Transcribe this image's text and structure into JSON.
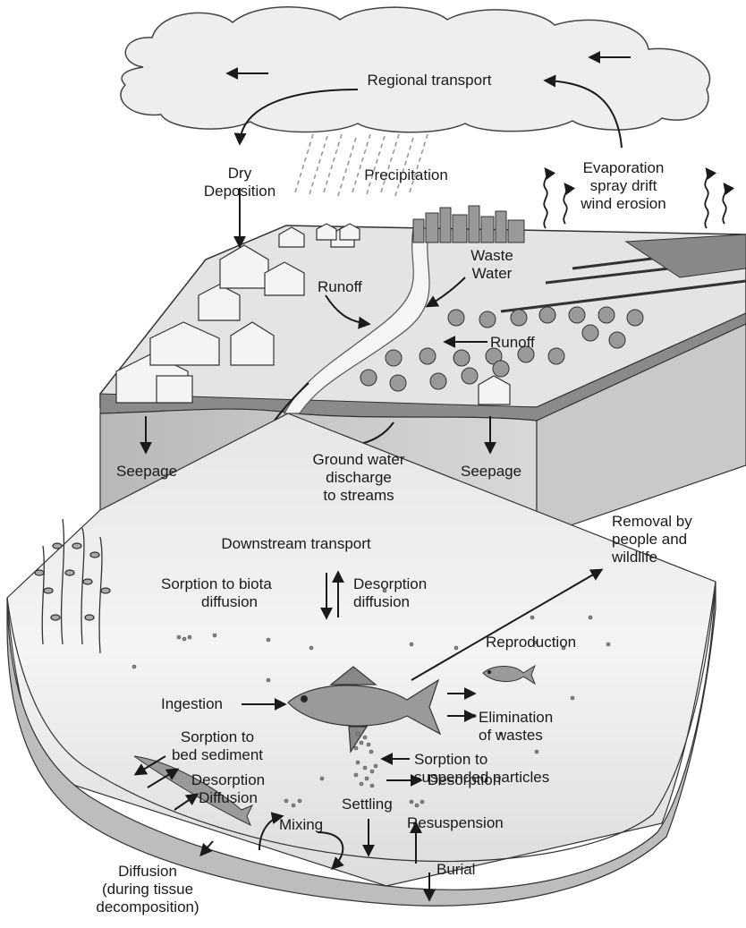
{
  "labels": {
    "regional_transport": "Regional transport",
    "dry_deposition": [
      "Dry",
      "Deposition"
    ],
    "precipitation": "Precipitation",
    "evaporation": [
      "Evaporation",
      "spray drift",
      "wind erosion"
    ],
    "waste_water": [
      "Waste",
      "Water"
    ],
    "runoff_left": "Runoff",
    "runoff_right": "Runoff",
    "seepage_left": "Seepage",
    "seepage_right": "Seepage",
    "ground_water": [
      "Ground water",
      "discharge",
      "to streams"
    ],
    "removal": [
      "Removal by",
      "people and",
      "wildlife"
    ],
    "downstream": "Downstream transport",
    "sorption_biota": [
      "Sorption to biota",
      "diffusion"
    ],
    "desorption_top": [
      "Desorption",
      "diffusion"
    ],
    "reproduction": "Reproduction",
    "ingestion": "Ingestion",
    "elimination": [
      "Elimination",
      "of wastes"
    ],
    "sorption_bed": [
      "Sorption to",
      "bed sediment"
    ],
    "desorption_bed": [
      "Desorption",
      "Diffusion"
    ],
    "sorption_suspended": [
      "Sorption to",
      "suspended particles"
    ],
    "desorption_mid": "Desorption",
    "settling": "Settling",
    "resuspension": "Resuspension",
    "mixing": "Mixing",
    "burial": "Burial",
    "diffusion_decomp": [
      "Diffusion",
      "(during tissue",
      "decomposition)"
    ]
  }
}
